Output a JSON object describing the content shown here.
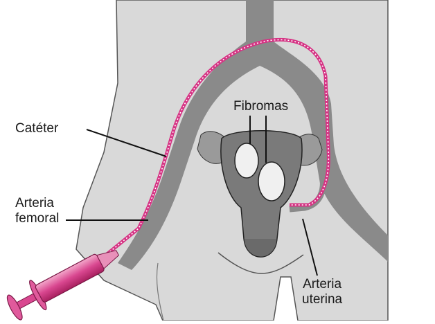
{
  "labels": {
    "catheter": "Catéter",
    "femoral_line1": "Arteria",
    "femoral_line2": "femoral",
    "fibroids": "Fibromas",
    "uterine_line1": "Arteria",
    "uterine_line2": "uterina"
  },
  "colors": {
    "body": "#d9d9d9",
    "body_outline": "#555555",
    "artery": "#8a8a8a",
    "catheter": "#d63384",
    "syringe": "#e05a9c",
    "fibroid": "#f0f0f0",
    "uterus": "#7a7a7a"
  }
}
